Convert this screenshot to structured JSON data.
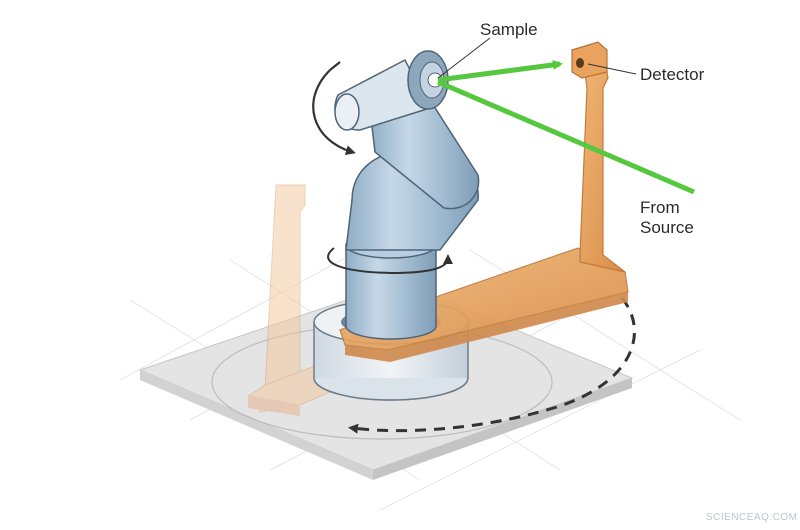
{
  "labels": {
    "sample": "Sample",
    "detector": "Detector",
    "from_source_line1": "From",
    "from_source_line2": "Source"
  },
  "watermark": "SCIENCEAQ.COM",
  "colors": {
    "beam": "#56c83f",
    "detector_arm": "#e8a25e",
    "robot": "#a9c3d8",
    "platform": "#e4e4e4"
  }
}
